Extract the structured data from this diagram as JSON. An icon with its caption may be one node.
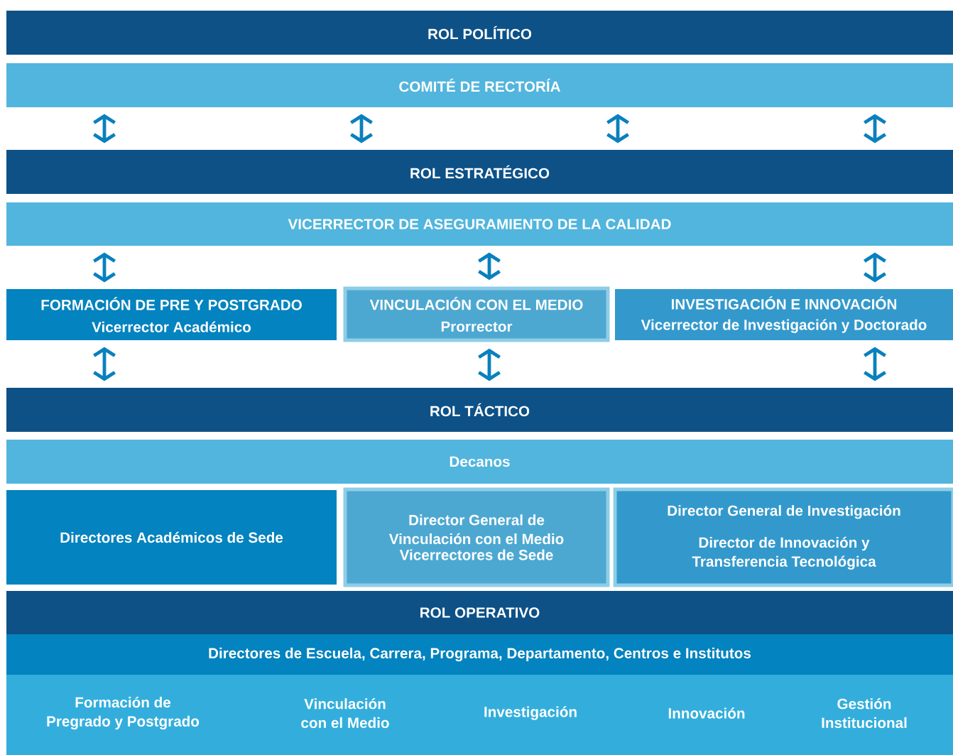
{
  "diagram": {
    "nodes": [
      {
        "text": [
          "ROL POLÍTICO"
        ]
      },
      {
        "text": [
          "COMITÉ DE RECTORÍA"
        ]
      },
      {
        "text": [
          "ROL ESTRATÉGICO"
        ]
      },
      {
        "text": [
          "VICERRECTOR DE ASEGURAMIENTO DE LA CALIDAD"
        ]
      },
      {
        "text": [
          "FORMACIÓN DE PRE Y POSTGRADO",
          "Vicerrector Académico"
        ]
      },
      {
        "text": [
          "VINCULACIÓN CON EL MEDIO",
          "Prorrector"
        ]
      },
      {
        "text": [
          "INVESTIGACIÓN E INNOVACIÓN",
          "Vicerrector de Investigación y Doctorado"
        ]
      },
      {
        "text": [
          "ROL TÁCTICO"
        ]
      },
      {
        "text": [
          "Decanos"
        ]
      },
      {
        "text": [
          "Directores Académicos de Sede"
        ]
      },
      {
        "text": [
          "Director General de Vinculación con el Medio",
          "Vicerrectores de Sede"
        ]
      },
      {
        "text": [
          "Director General de Investigación",
          "Director de Innovación y Transferencia Tecnológica"
        ]
      },
      {
        "text": [
          "ROL OPERATIVO"
        ]
      },
      {
        "text": [
          "Directores de Escuela, Carrera, Programa, Departamento, Centros e Institutos"
        ]
      },
      {
        "text": [],
        "shape": "box"
      },
      {
        "text": [
          "Formación de Pregrado y Postgrado"
        ],
        "in": 14
      },
      {
        "text": [
          "Vinculación con el Medio"
        ],
        "in": 14
      },
      {
        "text": [
          "Investigación"
        ],
        "in": 14
      },
      {
        "text": [
          "Innovación"
        ],
        "in": 14
      },
      {
        "text": [
          "Gestión Institucional"
        ],
        "in": 14
      }
    ],
    "edges": [
      {
        "from": 1,
        "to": 2,
        "arrow": "both"
      },
      {
        "from": 1,
        "to": 2,
        "arrow": "both"
      },
      {
        "from": 1,
        "to": 2,
        "arrow": "both"
      },
      {
        "from": 1,
        "to": 2,
        "arrow": "both"
      },
      {
        "from": 3,
        "to": 4,
        "arrow": "both"
      },
      {
        "from": 3,
        "to": 5,
        "arrow": "both"
      },
      {
        "from": 3,
        "to": 6,
        "arrow": "both"
      },
      {
        "from": 4,
        "to": 7,
        "arrow": "both"
      },
      {
        "from": 5,
        "to": 7,
        "arrow": "both"
      },
      {
        "from": 6,
        "to": 7,
        "arrow": "both"
      }
    ]
  }
}
